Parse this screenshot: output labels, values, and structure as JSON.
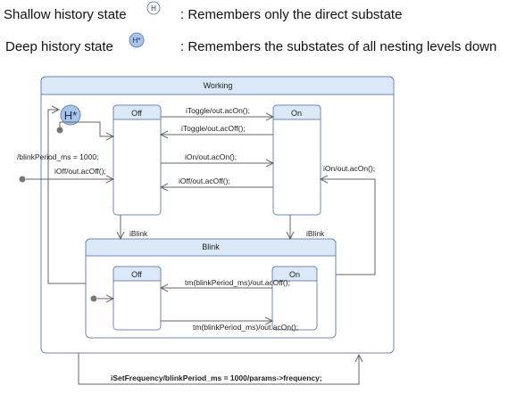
{
  "legend": {
    "shallow_label": "Shallow history state",
    "shallow_icon": "H",
    "shallow_desc": ": Remembers only the direct substate",
    "deep_label": "Deep history state",
    "deep_icon": "H*",
    "deep_desc": ": Remembers the substates of all nesting levels down"
  },
  "states": {
    "working": "Working",
    "off": "Off",
    "on": "On",
    "blink": "Blink",
    "blink_off": "Off",
    "blink_on": "On",
    "deep_history": "H*"
  },
  "transitions": {
    "toggle_on": "iToggle/out.acOn();",
    "toggle_off": "iToggle/out.acOff();",
    "ion": "iOn/out.acOn();",
    "ioff": "iOff/out.acOff();",
    "ion_external": "iOn/out.acOn();",
    "init_action_1": "/blinkPeriod_ms = 1000;",
    "init_action_2": "iOff/out.acOff();",
    "iblink_1": "iBlink",
    "iblink_2": "iBlink",
    "tm_off": "tm(blinkPeriod_ms)/out.acOff();",
    "tm_on": "tm(blinkPeriod_ms)/out.acOn();",
    "set_frequency": "iSetFrequency/blinkPeriod_ms = 1000/params->frequency;"
  },
  "colors": {
    "state_border": "#6f87b3",
    "state_header": "#dbe8f7",
    "history_fill": "#a9c4ea",
    "line": "#666666",
    "initial_dot": "#777777"
  }
}
